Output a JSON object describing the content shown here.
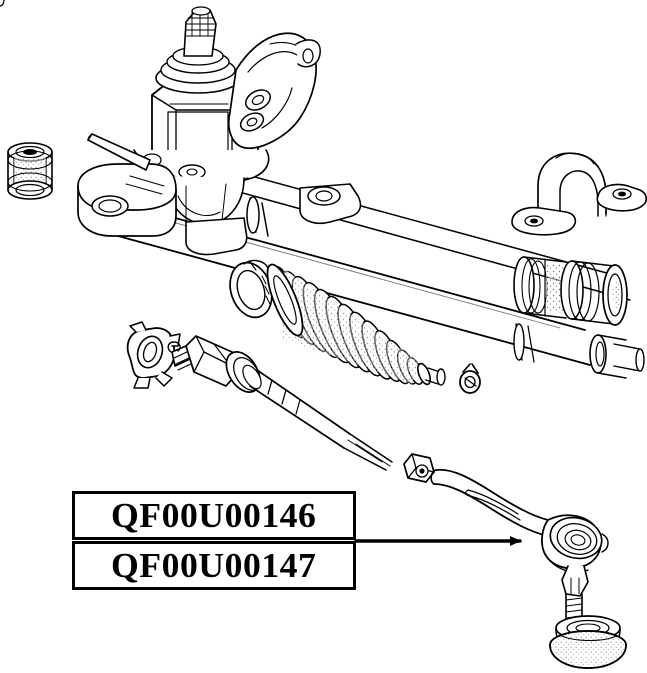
{
  "document": {
    "type": "technical-parts-diagram",
    "subject": "Steering gear / rack and pinion assembly with tie rod",
    "background_color": "#ffffff",
    "line_color": "#000000"
  },
  "callouts": {
    "items": [
      {
        "part_number": "QF00U00146"
      },
      {
        "part_number": "QF00U00147"
      }
    ],
    "leader": {
      "description": "horizontal arrow from callout boxes to outer tie rod end",
      "points_to": "outer-tie-rod-end-arm"
    }
  },
  "parts": [
    {
      "name": "steering-gear-housing",
      "label": ""
    },
    {
      "name": "pinion-input-shaft",
      "label": ""
    },
    {
      "name": "mounting-flange-bracket",
      "label": ""
    },
    {
      "name": "rack-housing-tube",
      "label": ""
    },
    {
      "name": "mount-bushing-left",
      "label": ""
    },
    {
      "name": "mount-bushing-right",
      "label": ""
    },
    {
      "name": "u-clamp-bracket",
      "label": ""
    },
    {
      "name": "bellows-boot",
      "label": ""
    },
    {
      "name": "boot-clamp-ring",
      "label": ""
    },
    {
      "name": "boot-clamp-small",
      "label": ""
    },
    {
      "name": "tab-lock-washer",
      "label": ""
    },
    {
      "name": "inner-tie-rod",
      "label": ""
    },
    {
      "name": "jam-nut",
      "label": ""
    },
    {
      "name": "outer-tie-rod-end",
      "label": ""
    },
    {
      "name": "ball-joint-housing",
      "label": ""
    },
    {
      "name": "ball-stud",
      "label": ""
    },
    {
      "name": "ball-joint-dust-boot",
      "label": ""
    }
  ]
}
